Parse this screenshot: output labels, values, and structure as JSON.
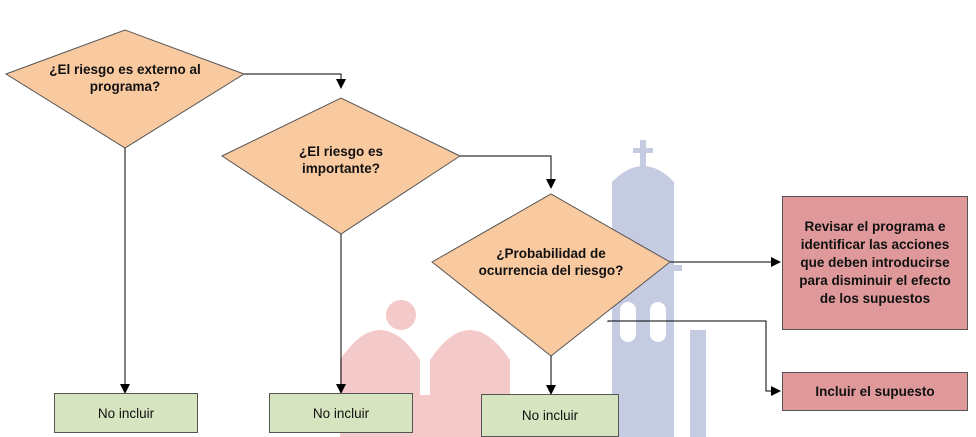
{
  "colors": {
    "decision_fill": "#f9c9a0",
    "result_fill": "#d6e4bf",
    "action_fill": "#e0999a",
    "line": "#000000",
    "watermark_blue": "#c5cbe0",
    "watermark_red": "#f3c9c9"
  },
  "decisions": [
    {
      "text": "¿El riesgo es externo al programa?"
    },
    {
      "text": "¿El riesgo es importante?"
    },
    {
      "text": "¿Probabilidad de ocurrencia del riesgo?"
    }
  ],
  "results": [
    {
      "text": "No incluir"
    },
    {
      "text": "No incluir"
    },
    {
      "text": "No incluir"
    }
  ],
  "actions": {
    "revise": "Revisar el programa e identificar las acciones que deben introducirse para disminuir el efecto de los supuestos",
    "include": "Incluir el supuesto"
  }
}
